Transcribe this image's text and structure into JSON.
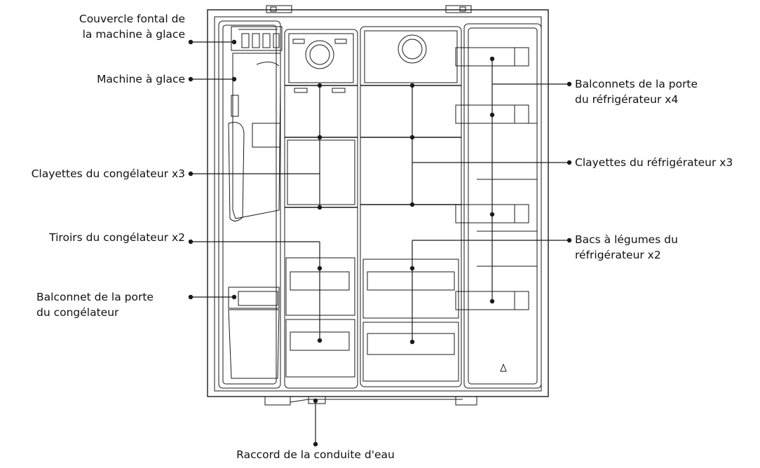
{
  "labels": {
    "ice_maker_cover": [
      "Couvercle fontal  de",
      "la machine à glace"
    ],
    "ice_maker": [
      "Machine à glace"
    ],
    "freezer_shelves": [
      "Clayettes du congélateur x3"
    ],
    "freezer_drawers": [
      "Tiroirs du congélateur x2"
    ],
    "freezer_door_bin": [
      "Balconnet de la porte",
      "du congélateur"
    ],
    "fridge_door_bins": [
      "Balconnets de la porte",
      "du réfrigérateur x4"
    ],
    "fridge_shelves": [
      "Clayettes du réfrigérateur x3"
    ],
    "vegetable_drawers": [
      "Bacs à légumes du",
      "réfrigérateur x2"
    ],
    "water_connection": [
      "Raccord de la conduite d'eau"
    ]
  },
  "colors": {
    "line": "#1a1a1a",
    "text": "#111111"
  }
}
